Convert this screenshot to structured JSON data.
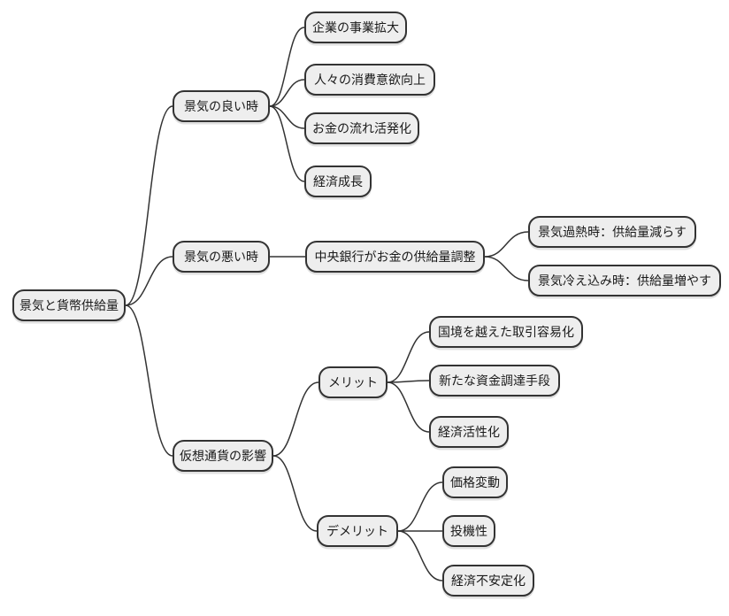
{
  "theme": {
    "background": "#ffffff",
    "node_fill": "#eeeeee",
    "node_border": "#333333",
    "edge_color": "#333333",
    "text_color": "#1a1a1a"
  },
  "mindmap": {
    "title": "景気と貨幣供給量",
    "root": {
      "label": "景気と貨幣供給量"
    },
    "branches": [
      {
        "label": "景気の良い時",
        "children": [
          {
            "label": "企業の事業拡大"
          },
          {
            "label": "人々の消費意欲向上"
          },
          {
            "label": "お金の流れ活発化"
          },
          {
            "label": "経済成長"
          }
        ]
      },
      {
        "label": "景気の悪い時",
        "children": [
          {
            "label": "中央銀行がお金の供給量調整",
            "children": [
              {
                "label": "景気過熱時：供給量減らす"
              },
              {
                "label": "景気冷え込み時：供給量増やす"
              }
            ]
          }
        ]
      },
      {
        "label": "仮想通貨の影響",
        "children": [
          {
            "label": "メリット",
            "children": [
              {
                "label": "国境を越えた取引容易化"
              },
              {
                "label": "新たな資金調達手段"
              },
              {
                "label": "経済活性化"
              }
            ]
          },
          {
            "label": "デメリット",
            "children": [
              {
                "label": "価格変動"
              },
              {
                "label": "投機性"
              },
              {
                "label": "経済不安定化"
              }
            ]
          }
        ]
      }
    ]
  }
}
